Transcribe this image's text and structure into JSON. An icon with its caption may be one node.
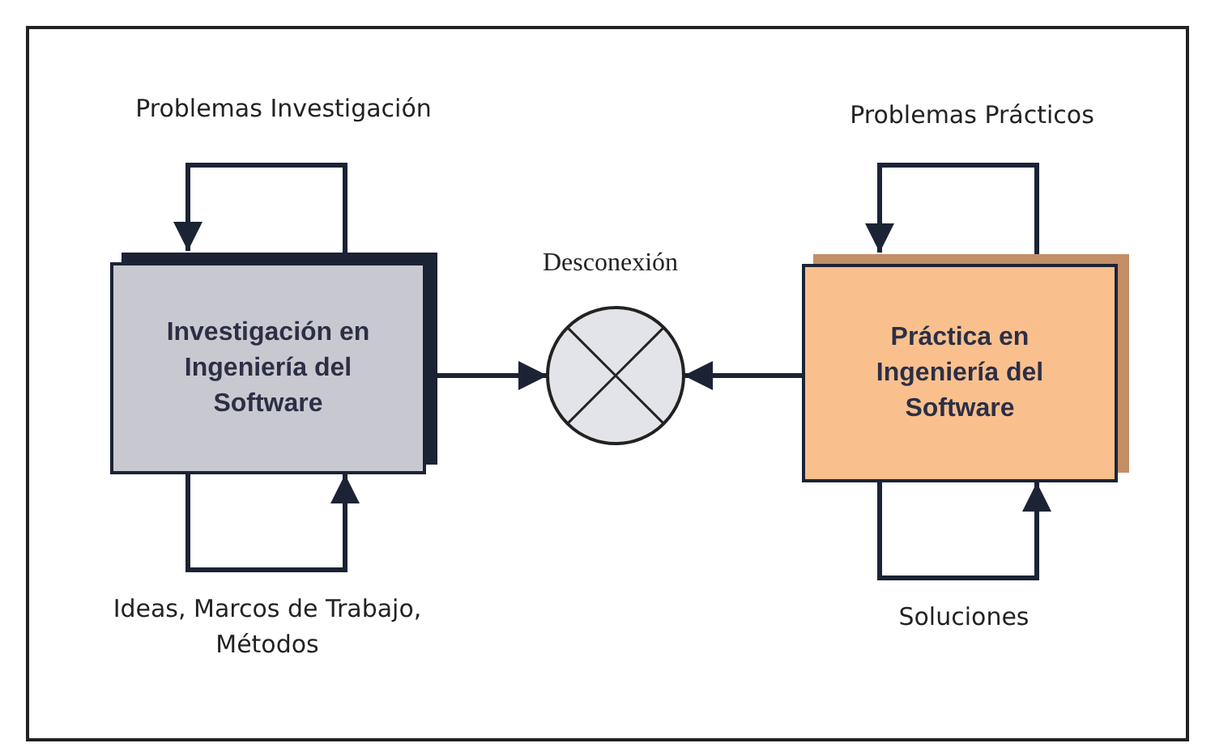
{
  "diagram": {
    "nodes": [
      {
        "text": [
          "Investigación en Ingeniería del Software"
        ]
      },
      {
        "text": [
          "Práctica en Ingeniería del Software"
        ]
      },
      {
        "text": [],
        "shape": "circle",
        "beside": [
          "Desconexión"
        ]
      }
    ],
    "edges": [
      {
        "from": 0,
        "to": 0,
        "arrow": "to",
        "label": "Problemas Investigación"
      },
      {
        "from": 0,
        "to": 0,
        "arrow": "to",
        "label": "Ideas, Marcos de Trabajo, Métodos"
      },
      {
        "from": 1,
        "to": 1,
        "arrow": "to",
        "label": "Problemas Prácticos"
      },
      {
        "from": 1,
        "to": 1,
        "arrow": "to",
        "label": "Soluciones"
      },
      {
        "from": 0,
        "to": 2,
        "arrow": "to"
      },
      {
        "from": 1,
        "to": 2,
        "arrow": "to"
      }
    ]
  }
}
